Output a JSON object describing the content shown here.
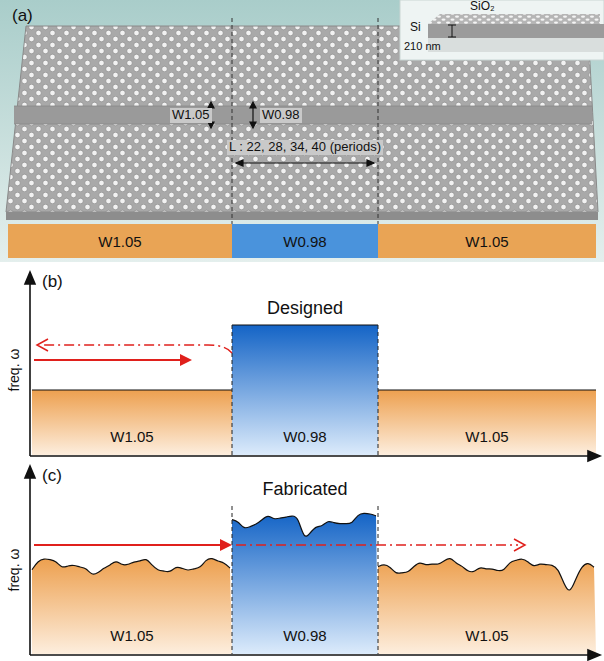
{
  "diagram": {
    "nodes": [
      {
        "text": [
          "W1.05"
        ]
      },
      {
        "text": [
          "W0.98"
        ]
      },
      {
        "text": [
          "W1.05"
        ]
      },
      {
        "text": [
          "W1.05"
        ]
      },
      {
        "text": [
          "Designed",
          "W0.98"
        ]
      },
      {
        "text": [
          "W1.05"
        ]
      },
      {
        "text": [
          "W1.05"
        ]
      },
      {
        "text": [
          "Fabricated",
          "W0.98"
        ]
      },
      {
        "text": [
          "W1.05"
        ]
      }
    ],
    "labels": [
      "(a)",
      "W1.05",
      "W0.98",
      "L : 22, 28, 34, 40 (periods)",
      "SiO₂",
      "Si",
      "210 nm",
      "(b)",
      "freq. ω",
      "(c)",
      "freq. ω"
    ]
  }
}
